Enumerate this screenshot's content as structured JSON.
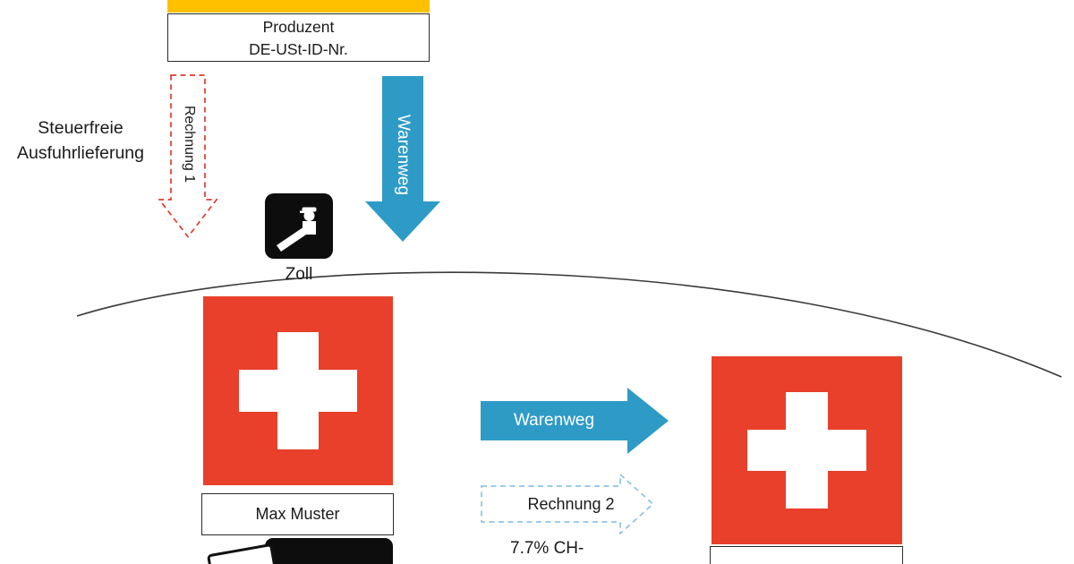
{
  "producer_box": {
    "line1": "Produzent",
    "line2": "DE-USt-ID-Nr."
  },
  "left_label": {
    "line1": "Steuerfreie",
    "line2": "Ausfuhrlieferung"
  },
  "arrow_labels": {
    "invoice_1": "Rechnung 1",
    "goods_down": "Warenweg",
    "goods_right": "Warenweg",
    "invoice_2": "Rechnung 2"
  },
  "customs_label": "Zoll",
  "buyer_box": "Max Muster",
  "vat_text": "7.7% CH-",
  "colors": {
    "german_gold": "#FFC000",
    "arrow_blue": "#2E9BC7",
    "dashed_blue": "#8FC4E4",
    "dashed_red": "#E23B2E",
    "swiss_red": "#E8402B",
    "border_line": "#3a3a3a"
  },
  "icons": {
    "customs": "customs-officer-icon",
    "flag_importer": "swiss-flag",
    "flag_customer": "swiss-flag"
  }
}
